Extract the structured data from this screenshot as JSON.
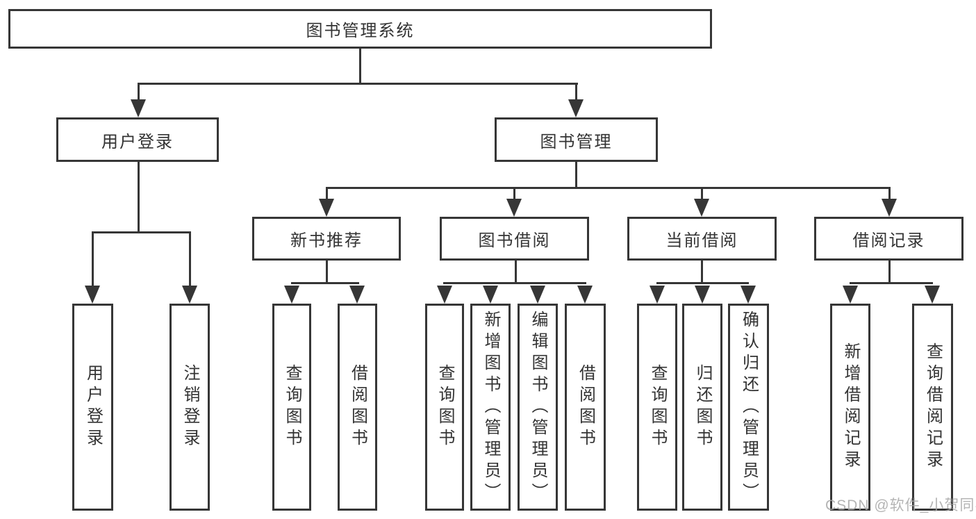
{
  "diagram": {
    "root": {
      "label": "图书管理系统"
    },
    "branches": [
      {
        "label": "用户登录",
        "children": [
          {
            "label": "用户登录"
          },
          {
            "label": "注销登录"
          }
        ]
      },
      {
        "label": "图书管理",
        "sections": [
          {
            "label": "新书推荐",
            "children": [
              {
                "label": "查询图书"
              },
              {
                "label": "借阅图书"
              }
            ]
          },
          {
            "label": "图书借阅",
            "children": [
              {
                "label": "查询图书"
              },
              {
                "label": "新增图书（管理员）"
              },
              {
                "label": "编辑图书（管理员）"
              },
              {
                "label": "借阅图书"
              }
            ]
          },
          {
            "label": "当前借阅",
            "children": [
              {
                "label": "查询图书"
              },
              {
                "label": "归还图书"
              },
              {
                "label": "确认归还（管理员）"
              }
            ]
          },
          {
            "label": "借阅记录",
            "children": [
              {
                "label": "新增借阅记录"
              },
              {
                "label": "查询借阅记录"
              }
            ]
          }
        ]
      }
    ],
    "watermark": "CSDN @软件_小贺同学",
    "colors": {
      "line": "#363636",
      "text": "#333333",
      "watermark": "#a8a8a8",
      "background": "#ffffff"
    }
  }
}
